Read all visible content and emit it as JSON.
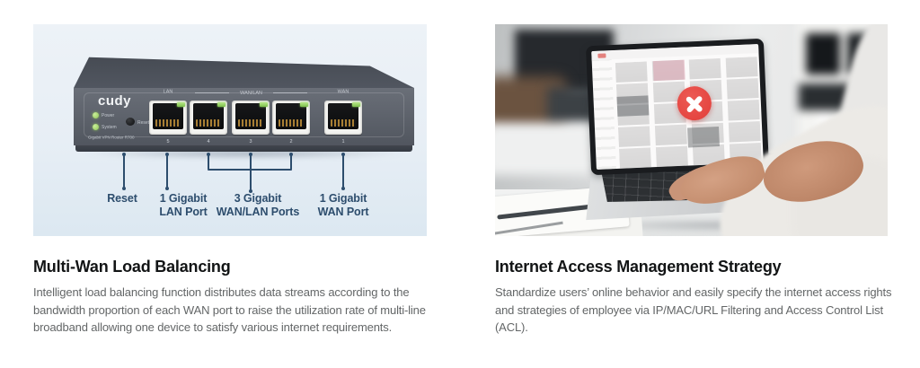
{
  "left": {
    "heading": "Multi-Wan Load Balancing",
    "body": "Intelligent load balancing function distributes data streams according to the bandwidth proportion of each WAN port to raise the utilization rate of multi-line broadband allowing one device to satisfy various internet requirements.",
    "figure": {
      "brand": "cudy",
      "led_power": "Power",
      "led_system": "System",
      "reset_label": "Reset",
      "model": "Gigabit VPN Router  R700",
      "group_lan": "LAN",
      "group_wanlan": "WAN/LAN",
      "group_wan": "WAN",
      "ports": [
        "5",
        "4",
        "3",
        "2",
        "1"
      ],
      "callouts": [
        {
          "line1": "Reset",
          "line2": ""
        },
        {
          "line1": "1 Gigabit",
          "line2": "LAN Port"
        },
        {
          "line1": "3 Gigabit",
          "line2": "WAN/LAN Ports"
        },
        {
          "line1": "1 Gigabit",
          "line2": "WAN Port"
        }
      ],
      "colors": {
        "callout_text": "#2d4d6d",
        "panel_bg": "#e7eef5",
        "led_green": "#8fc653"
      }
    }
  },
  "right": {
    "heading": "Internet Access Management Strategy",
    "body": "Standardize users’ online behavior and easily specify the internet access rights and strategies of employee via IP/MAC/URL Filtering and Access Control List (ACL).",
    "figure": {
      "blocked_badge_color": "#e23d39"
    }
  }
}
